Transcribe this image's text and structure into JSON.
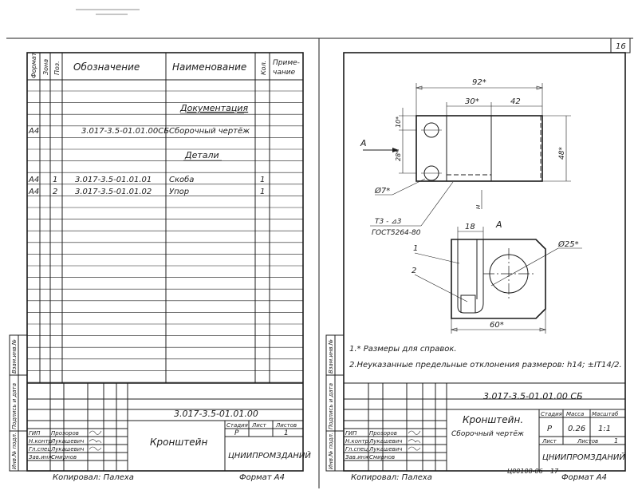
{
  "page_number": "16",
  "spec": {
    "headers": {
      "format": "Формат",
      "zone": "Зона",
      "pos": "Поз.",
      "designation": "Обозначение",
      "name": "Наименование",
      "qty": "Кол.",
      "note_line1": "Приме-",
      "note_line2": "чание"
    },
    "section_documentation": "Документация",
    "section_details": "Детали",
    "rows": [
      {
        "format": "А4",
        "zone": "",
        "pos": "",
        "designation": "3.017-3.5-01.01.00СБ",
        "name": "Сборочный чертёж",
        "qty": ""
      },
      {
        "format": "А4",
        "zone": "",
        "pos": "1",
        "designation": "3.017-3.5-01.01.01",
        "name": "Скоба",
        "qty": "1"
      },
      {
        "format": "А4",
        "zone": "",
        "pos": "2",
        "designation": "3.017-3.5-01.01.02",
        "name": "Упор",
        "qty": "1"
      }
    ]
  },
  "left_stamp": {
    "designation": "3.017-3.5-01.01.00",
    "title": "Кронштейн",
    "stage_label": "Стадия",
    "sheet_label": "Лист",
    "sheets_label": "Листов",
    "stage": "Р",
    "sheets": "1",
    "organization": "ЦНИИПРОМЗДАНИЙ",
    "roles": [
      "ГИП",
      "Н.контр",
      "Гл.спец",
      "Зав.инж"
    ],
    "people": [
      "Прозоров",
      "Лукашевич",
      "Лукашевич",
      "Смирнов"
    ]
  },
  "right_stamp": {
    "designation": "3.017-3.5-01.01.00 СБ",
    "title": "Кронштейн.",
    "subtitle": "Сборочный чертёж",
    "stage_label": "Стадия",
    "mass_label": "Масса",
    "scale_label": "Масштаб",
    "stage": "Р",
    "mass": "0.26",
    "scale": "1:1",
    "sheet_label": "Лист",
    "sheets_label": "Листов",
    "sheets": "1",
    "organization": "ЦНИИПРОМЗДАНИЙ",
    "roles": [
      "ГИП",
      "Н.контр",
      "Гл.спец",
      "Зав.инж"
    ],
    "people": [
      "Прозоров",
      "Лукашевич",
      "Лукашевич",
      "Смирнов"
    ]
  },
  "side_labels": {
    "inv_orig": "Инв.№ подл.",
    "sign_date": "Подпись и дата",
    "inv_dup": "Взам.инв.№"
  },
  "drawing": {
    "dim_total": "92*",
    "dim_a": "30*",
    "dim_b": "42",
    "dim_height": "48*",
    "dim_left_top": "10*",
    "dim_left_mid": "28*",
    "hole_dia": "Ø7*",
    "view_arrow": "А",
    "view_label": "А",
    "weld_symbol": "Т3 - ⊿3",
    "weld_standard": "ГОСТ5264-80",
    "dim_18": "18",
    "dim_60": "60*",
    "big_hole": "Ø25*",
    "callout_1": "1",
    "callout_2": "2",
    "h_mark": "Н"
  },
  "notes": {
    "note1": "1.* Размеры для справок.",
    "note2": "2.Неуказанные предельные отклонения размеров: h14; ±IT14/2."
  },
  "footer": {
    "copied_left": "Копировал: Палеха",
    "format_left": "Формат А4",
    "copied_right": "Копировал: Палеха",
    "doc_code": "Ц00108-06",
    "sheet_no": "17",
    "format_right": "Формат А4"
  }
}
